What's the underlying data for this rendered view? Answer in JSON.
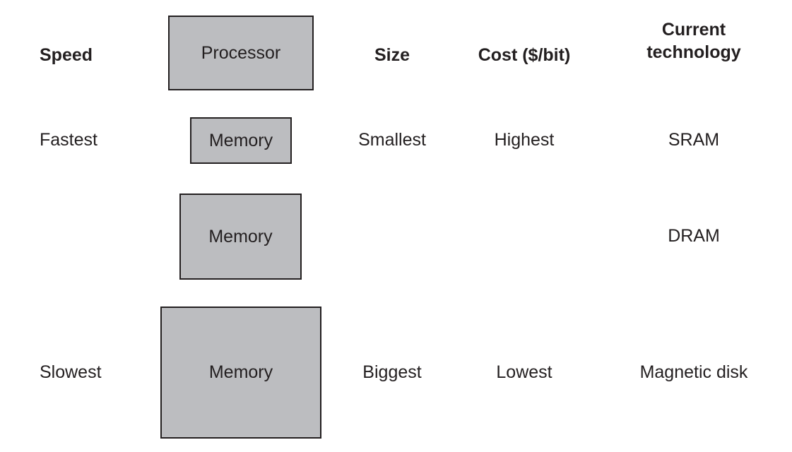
{
  "headers": {
    "speed": "Speed",
    "size": "Size",
    "cost": "Cost ($/bit)",
    "technology_line1": "Current",
    "technology_line2": "technology"
  },
  "processor": {
    "label": "Processor"
  },
  "levels": [
    {
      "speed": "Fastest",
      "box_label": "Memory",
      "size": "Smallest",
      "cost": "Highest",
      "technology": "SRAM"
    },
    {
      "speed": "",
      "box_label": "Memory",
      "size": "",
      "cost": "",
      "technology": "DRAM"
    },
    {
      "speed": "Slowest",
      "box_label": "Memory",
      "size": "Biggest",
      "cost": "Lowest",
      "technology": "Magnetic disk"
    }
  ],
  "colors": {
    "box_fill": "#bcbdc0",
    "box_border": "#231f20",
    "text": "#231f20"
  }
}
